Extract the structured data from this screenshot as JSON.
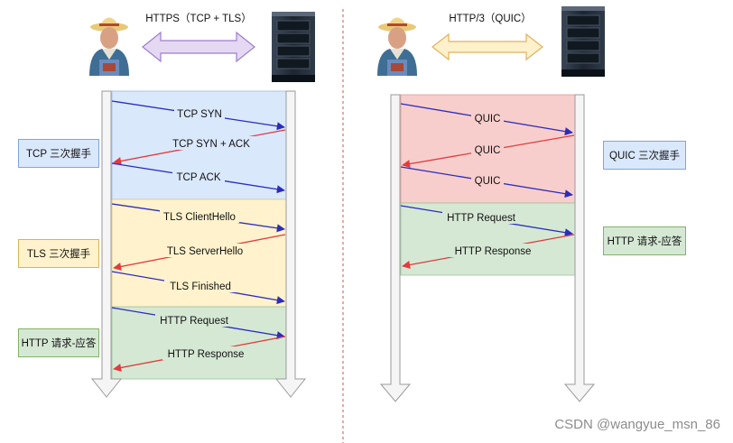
{
  "left": {
    "protocol_title": "HTTPS（TCP + TLS）",
    "messages": {
      "tcp_syn": "TCP SYN",
      "tcp_syn_ack": "TCP SYN + ACK",
      "tcp_ack": "TCP ACK",
      "tls_client_hello": "TLS ClientHello",
      "tls_server_hello": "TLS ServerHello",
      "tls_finished": "TLS Finished",
      "http_request": "HTTP Request",
      "http_response": "HTTP Response"
    },
    "phase_labels": {
      "tcp": "TCP 三次握手",
      "tls": "TLS 三次握手",
      "http": "HTTP 请求-应答"
    }
  },
  "right": {
    "protocol_title": "HTTP/3（QUIC）",
    "messages": {
      "quic_1": "QUIC",
      "quic_2": "QUIC",
      "quic_3": "QUIC",
      "http_request": "HTTP Request",
      "http_response": "HTTP Response"
    },
    "phase_labels": {
      "quic": "QUIC 三次握手",
      "http": "HTTP 请求-应答"
    }
  },
  "colors": {
    "tcp_band": "#dae8fc",
    "tls_band": "#fff2cc",
    "http_band": "#d5e8d4",
    "quic_band": "#f8cecc",
    "client_to_server_arrow": "#2b2bbf",
    "server_to_client_arrow": "#e03c3c",
    "https_connector": "#c9b3e6",
    "http3_connector": "#ffe2a6"
  },
  "watermark": "CSDN @wangyue_msn_86"
}
